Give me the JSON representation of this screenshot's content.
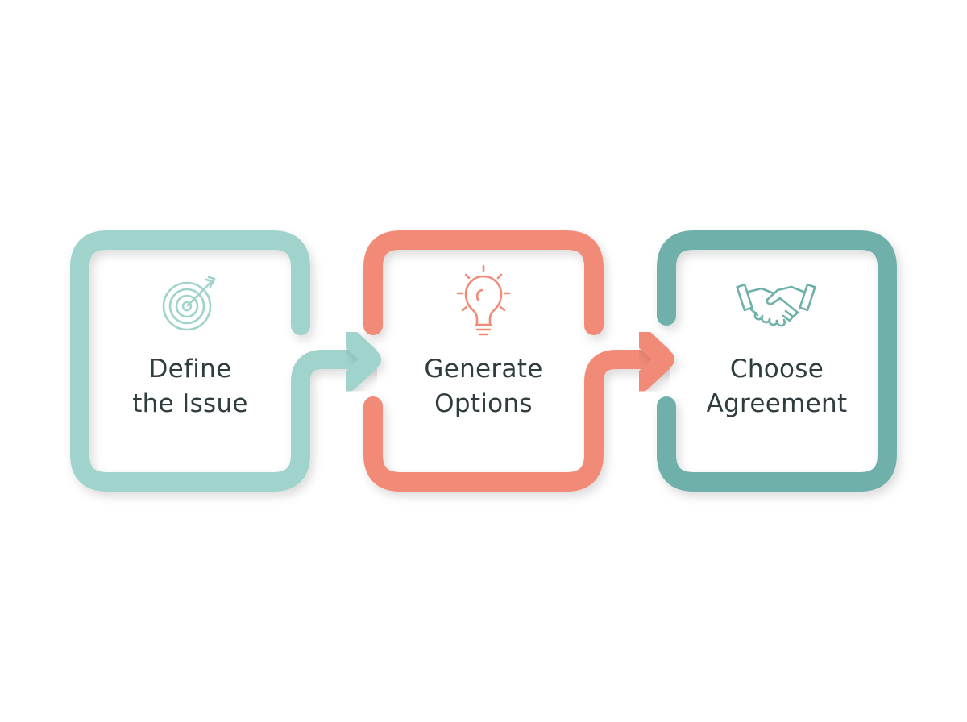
{
  "colors": {
    "background": "#ffffff",
    "text": "#2f3d3f",
    "step1": "#9fd3cb",
    "step2": "#f28a78",
    "step3": "#6fb0ab"
  },
  "steps": [
    {
      "line1": "Define",
      "line2": "the Issue",
      "icon": "target-arrow-icon"
    },
    {
      "line1": "Generate",
      "line2": "Options",
      "icon": "lightbulb-icon"
    },
    {
      "line1": "Choose",
      "line2": "Agreement",
      "icon": "handshake-icon"
    }
  ]
}
